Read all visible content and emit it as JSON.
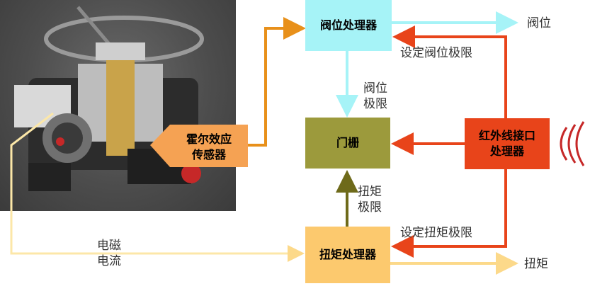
{
  "nodes": {
    "hall_sensor": "霍尔效应\n传感器",
    "valve_processor": "阀位处理器",
    "gate": "门栅",
    "ir_processor": "红外线接口\n处理器",
    "torque_processor": "扭矩处理器"
  },
  "labels": {
    "valve_out": "阀位",
    "set_valve_limit": "设定阀位极限",
    "valve_limit": "阀位\n极限",
    "torque_limit": "扭矩\n极限",
    "set_torque_limit": "设定扭矩极限",
    "torque_out": "扭矩",
    "em_current": "电磁\n电流"
  },
  "colors": {
    "orange_arrow": "#e8901a",
    "cyan_arrow": "#a6f3f7",
    "red_arrow": "#e8441a",
    "olive_arrow": "#6e6a1a",
    "yellow_arrow": "#fcd98a",
    "hall_box": "#f5a253"
  }
}
